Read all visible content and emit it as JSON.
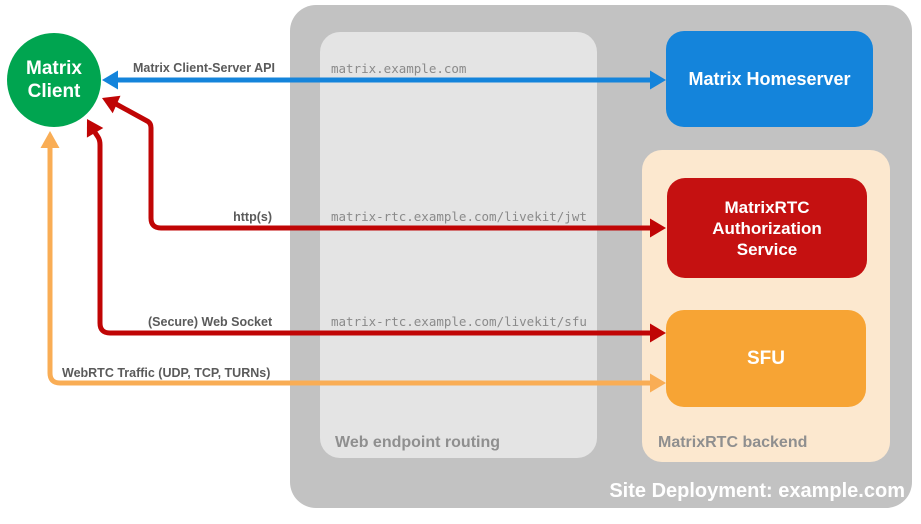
{
  "palette": {
    "green": "#00A550",
    "blue": "#1484DB",
    "red_box": "#C51111",
    "red_arrow": "#C00505",
    "orange_box": "#F7A434",
    "orange_arrow": "#F9AD55",
    "peach": "#FCE8CF",
    "outer_gray": "#C2C2C2",
    "inner_gray": "#E4E4E4"
  },
  "nodes": {
    "client": {
      "label": "Matrix Client"
    },
    "homeserver": {
      "label": "Matrix Homeserver"
    },
    "auth_service": {
      "label": "MatrixRTC Authorization Service"
    },
    "sfu": {
      "label": "SFU"
    }
  },
  "containers": {
    "site": {
      "label": "Site Deployment: example.com"
    },
    "routing": {
      "label": "Web endpoint routing"
    },
    "backend": {
      "label": "MatrixRTC backend"
    }
  },
  "edges": {
    "client_server_api": {
      "label": "Matrix Client-Server API",
      "route": "matrix.example.com"
    },
    "http": {
      "label": "http(s)",
      "route": "matrix-rtc.example.com/livekit/jwt"
    },
    "websocket": {
      "label": "(Secure) Web Socket",
      "route": "matrix-rtc.example.com/livekit/sfu"
    },
    "webrtc": {
      "label": "WebRTC Traffic (UDP, TCP, TURNs)"
    }
  }
}
